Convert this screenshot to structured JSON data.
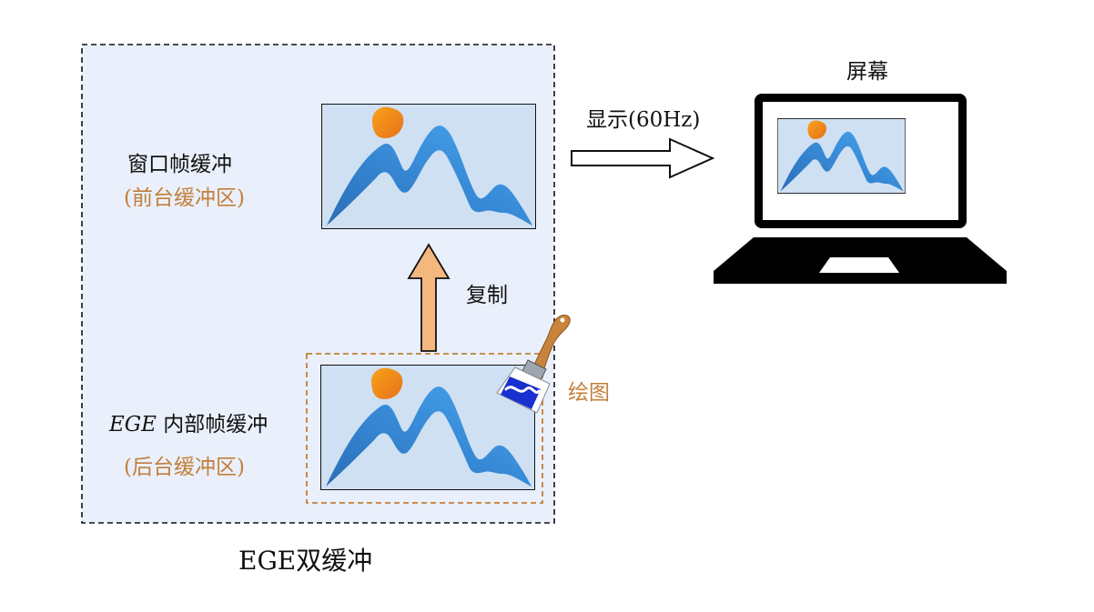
{
  "diagram": {
    "caption": "EGE双缓冲",
    "window_buffer": {
      "title": "窗口帧缓冲",
      "subtitle": "(前台缓冲区)"
    },
    "ege_buffer": {
      "title_italic": "EGE",
      "title_rest": " 内部帧缓冲",
      "subtitle": "(后台缓冲区)"
    },
    "copy_label": "复制",
    "draw_label": "绘图",
    "display_label": "显示(60Hz)",
    "screen_label": "屏幕",
    "colors": {
      "panel_fill": "#eaf0fb",
      "orange_accent": "#c37f3a",
      "copy_arrow": "#f4b77e",
      "image_bg": "#cfe0f3",
      "mountain": "#2f86d6",
      "sun": "#ef8a1a"
    }
  }
}
